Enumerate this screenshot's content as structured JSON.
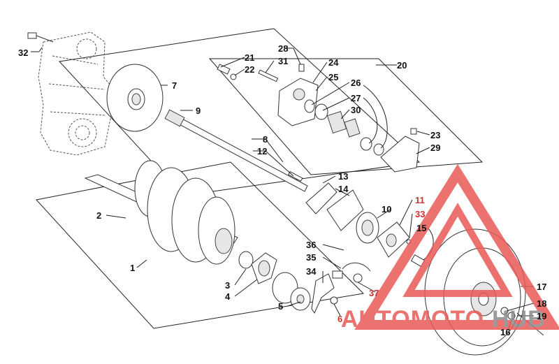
{
  "labels": {
    "p1": "1",
    "p2": "2",
    "p3": "3",
    "p4": "4",
    "p5": "5",
    "p6": "6",
    "p7": "7",
    "p8": "8",
    "p9": "9",
    "p10": "10",
    "p11": "11",
    "p12": "12",
    "p13": "13",
    "p14": "14",
    "p15": "15",
    "p16": "16",
    "p17": "17",
    "p18": "18",
    "p19": "19",
    "p20": "20",
    "p21": "21",
    "p22": "22",
    "p23": "23",
    "p24": "24",
    "p25": "25",
    "p26": "26",
    "p27": "27",
    "p28": "28",
    "p29": "29",
    "p30": "30",
    "p31": "31",
    "p32": "32",
    "p33": "33",
    "p34": "34",
    "p35": "35",
    "p36": "36",
    "p37": "37"
  },
  "watermark": {
    "text_a": "AUTOMOTO",
    "text_b": "HUB",
    "color_red": "#e85a57",
    "color_gray": "#8a8a8a"
  }
}
